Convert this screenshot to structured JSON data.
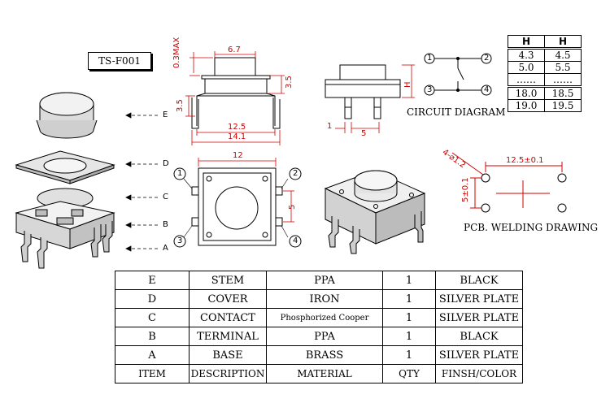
{
  "model": "TS-F001",
  "part_letters": [
    "E",
    "D",
    "C",
    "B",
    "A"
  ],
  "side_view_dims": {
    "top_max": "0.3MAX",
    "stem_width": "6.7",
    "stem_height": "3.5",
    "body_height": "3.5",
    "body_width": "12.5",
    "lead_span": "14.1"
  },
  "top_view_dims": {
    "width": "12",
    "pin_pitch": "5",
    "pins": [
      "1",
      "2",
      "3",
      "4"
    ]
  },
  "front_view_dims": {
    "h_label": "H",
    "lead_width": "1",
    "lead_pitch": "5"
  },
  "circuit": {
    "caption": "CIRCUIT DIAGRAM",
    "pins": [
      "1",
      "2",
      "3",
      "4"
    ]
  },
  "h_table": {
    "headers": [
      "H",
      "H"
    ],
    "rows": [
      [
        "4.3",
        "4.5"
      ],
      [
        "5.0",
        "5.5"
      ],
      [
        "……",
        "……"
      ],
      [
        "18.0",
        "18.5"
      ],
      [
        "19.0",
        "19.5"
      ]
    ]
  },
  "pcb": {
    "caption": "PCB. WELDING DRAWING",
    "hole_label": "4-⌀1.2",
    "x_pitch": "12.5±0.1",
    "y_pitch": "5±0.1"
  },
  "bom": {
    "rows": [
      [
        "E",
        "STEM",
        "PPA",
        "1",
        "BLACK"
      ],
      [
        "D",
        "COVER",
        "IRON",
        "1",
        "SILVER PLATE"
      ],
      [
        "C",
        "CONTACT",
        "Phosphorized Cooper",
        "1",
        "SILVER PLATE"
      ],
      [
        "B",
        "TERMINAL",
        "PPA",
        "1",
        "BLACK"
      ],
      [
        "A",
        "BASE",
        "BRASS",
        "1",
        "SILVER PLATE"
      ]
    ],
    "header": [
      "ITEM",
      "DESCRIPTION",
      "MATERIAL",
      "QTY",
      "FINSH/COLOR"
    ]
  }
}
